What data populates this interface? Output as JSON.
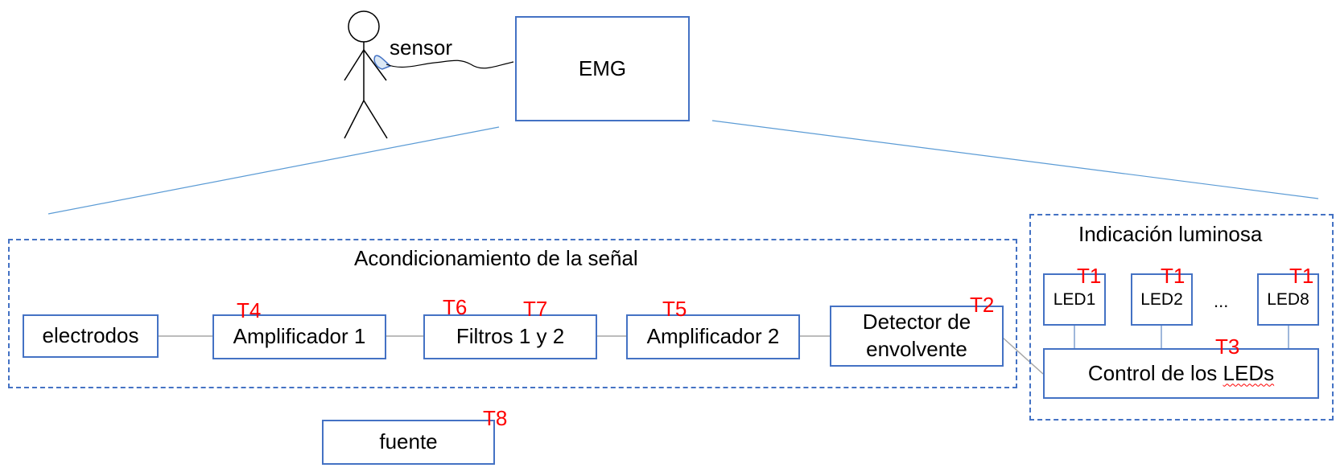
{
  "person": {
    "sensor_label": "sensor"
  },
  "emg": {
    "label": "EMG"
  },
  "acondicionamiento": {
    "title": "Acondicionamiento de la señal",
    "blocks": {
      "electrodos": "electrodos",
      "amplificador1": "Amplificador 1",
      "filtros": "Filtros 1 y 2",
      "amplificador2": "Amplificador 2",
      "detector_line1": "Detector de",
      "detector_line2": "envolvente"
    }
  },
  "indicacion": {
    "title": "Indicación luminosa",
    "leds": [
      "LED1",
      "LED2",
      "LED8"
    ],
    "ellipsis": "...",
    "control_prefix": "Control de los ",
    "control_word": "LEDs"
  },
  "fuente": {
    "label": "fuente"
  },
  "tags": {
    "amp1": "T4",
    "filtros_a": "T6",
    "filtros_b": "T7",
    "amp2": "T5",
    "detector": "T2",
    "led1": "T1",
    "led2": "T1",
    "led8": "T1",
    "control": "T3",
    "fuente": "T8"
  },
  "colors": {
    "box_border": "#4472c4",
    "tag": "#ff0000",
    "connector": "#a6a6a6"
  }
}
